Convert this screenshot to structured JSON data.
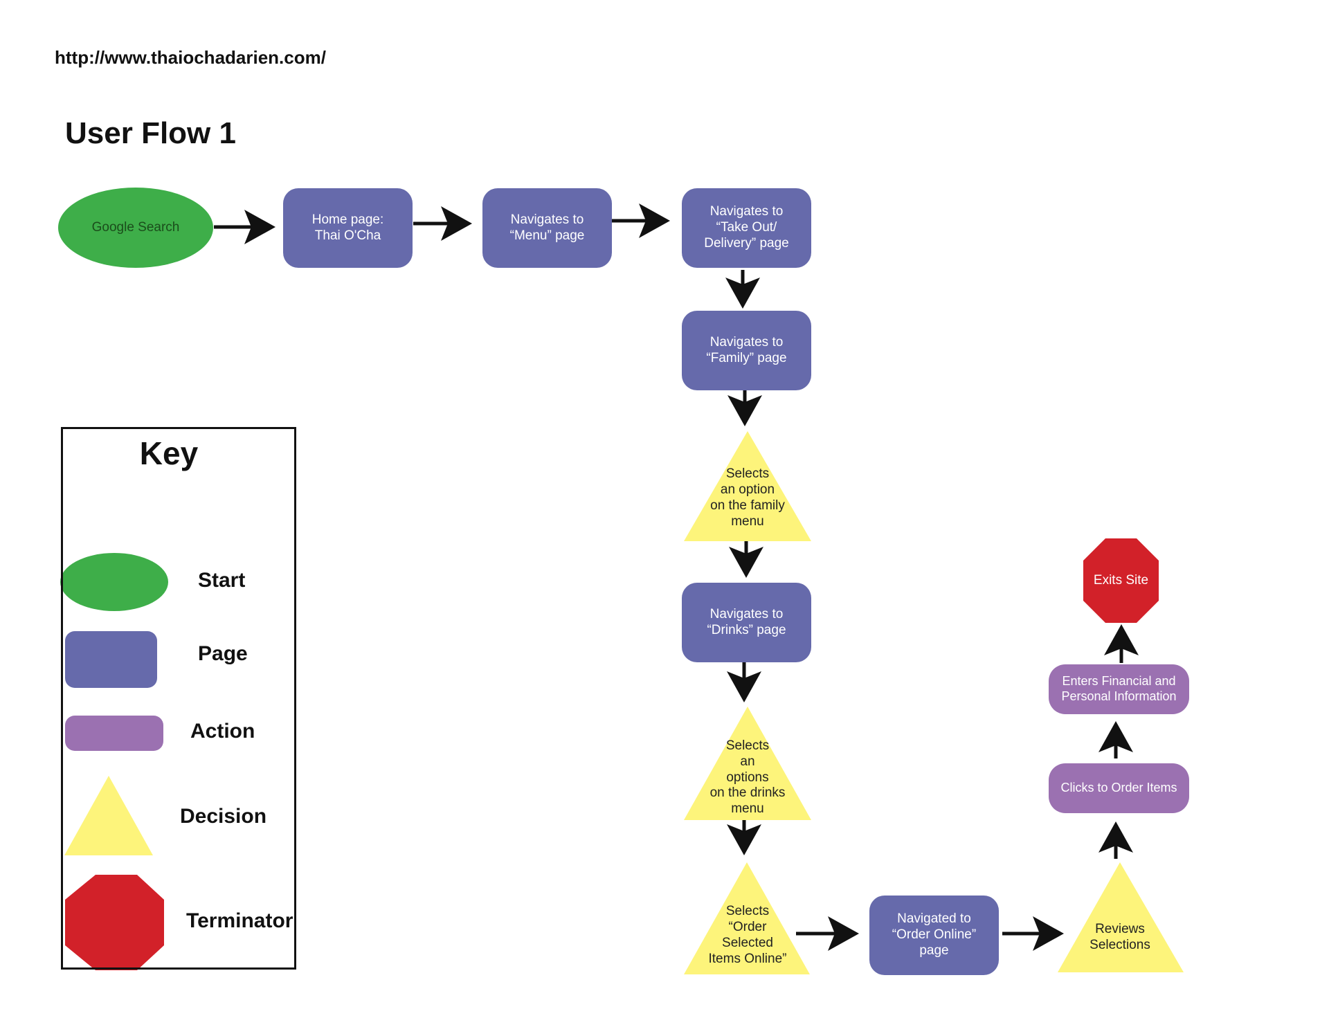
{
  "header": {
    "url": "http://www.thaiochadarien.com/",
    "title": "User Flow 1"
  },
  "colors": {
    "start": "#3eae49",
    "page": "#666aab",
    "action": "#9b71b1",
    "decision": "#fdf47b",
    "terminator": "#d22129",
    "connector": "#111111"
  },
  "key": {
    "title": "Key",
    "items": [
      {
        "label": "Start",
        "shape": "ellipse"
      },
      {
        "label": "Page",
        "shape": "rounded-rect"
      },
      {
        "label": "Action",
        "shape": "pill"
      },
      {
        "label": "Decision",
        "shape": "triangle"
      },
      {
        "label": "Terminator",
        "shape": "octagon"
      }
    ]
  },
  "nodes": {
    "google_search": "Google Search",
    "home_page": "Home page:\nThai O'Cha",
    "menu_page": "Navigates to\n“Menu” page",
    "takeout_page": "Navigates to\n“Take Out/\nDelivery” page",
    "family_page": "Navigates to\n“Family” page",
    "family_option": "Selects\nan option\non the family\nmenu",
    "drinks_page": "Navigates to\n“Drinks” page",
    "drinks_option": "Selects\nan\noptions\non the drinks\nmenu",
    "order_selected": "Selects\n“Order\nSelected\nItems Online”",
    "order_online_page": "Navigated to\n“Order Online”\npage",
    "reviews": "Reviews\nSelections",
    "clicks_order": "Clicks to Order Items",
    "enters_info": "Enters Financial and\nPersonal Information",
    "exits_site": "Exits Site"
  },
  "edges": [
    [
      "google_search",
      "home_page"
    ],
    [
      "home_page",
      "menu_page"
    ],
    [
      "menu_page",
      "takeout_page"
    ],
    [
      "takeout_page",
      "family_page"
    ],
    [
      "family_page",
      "family_option"
    ],
    [
      "family_option",
      "drinks_page"
    ],
    [
      "drinks_page",
      "drinks_option"
    ],
    [
      "drinks_option",
      "order_selected"
    ],
    [
      "order_selected",
      "order_online_page"
    ],
    [
      "order_online_page",
      "reviews"
    ],
    [
      "reviews",
      "clicks_order"
    ],
    [
      "clicks_order",
      "enters_info"
    ],
    [
      "enters_info",
      "exits_site"
    ]
  ]
}
